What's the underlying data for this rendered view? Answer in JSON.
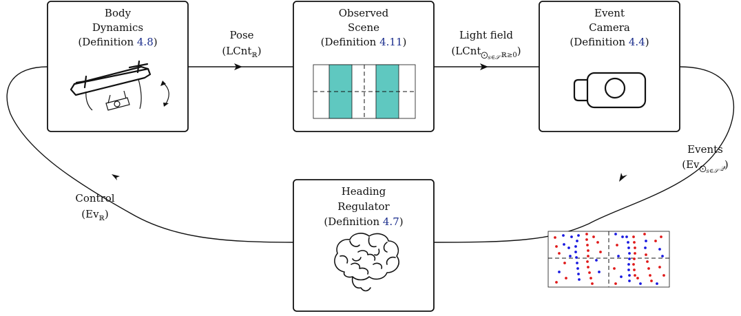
{
  "nodes": {
    "body_dynamics": {
      "title1": "Body",
      "title2": "Dynamics",
      "def_prefix": "(Definition ",
      "def_num": "4.8",
      "def_suffix": ")"
    },
    "observed_scene": {
      "title1": "Observed",
      "title2": "Scene",
      "def_prefix": "(Definition ",
      "def_num": "4.11",
      "def_suffix": ")"
    },
    "event_camera": {
      "title1": "Event",
      "title2": "Camera",
      "def_prefix": "(Definition ",
      "def_num": "4.4",
      "def_suffix": ")"
    },
    "heading_regulator": {
      "title1": "Heading",
      "title2": "Regulator",
      "def_prefix": "(Definition ",
      "def_num": "4.7",
      "def_suffix": ")"
    }
  },
  "edges": {
    "pose": {
      "name": "Pose",
      "type_open": "(LCnt",
      "type_sub": "ℝ",
      "type_close": ")"
    },
    "light_field": {
      "name": "Light field",
      "type_open": "(LCnt",
      "op": "⨀",
      "op_sub": "s∈𝒮",
      "type_sub2": "ℝ≥0",
      "type_close": ")"
    },
    "events": {
      "name": "Events",
      "type_open": "(Ev",
      "op": "⨀",
      "op_sub": "s∈𝒮",
      "type_sub2": "𝒬",
      "type_close": ")"
    },
    "control": {
      "name": "Control",
      "type_open": "(Ev",
      "type_sub": "ℝ",
      "type_close": ")"
    }
  },
  "colors": {
    "definition_link": "#1a2d8c",
    "scene_stripe": "#5fc8c0",
    "event_positive": "#e01a1a",
    "event_negative": "#1a1ae0"
  },
  "icons": [
    "drone-icon",
    "scene-stripes-icon",
    "camera-icon",
    "brain-icon",
    "event-plot-icon"
  ]
}
